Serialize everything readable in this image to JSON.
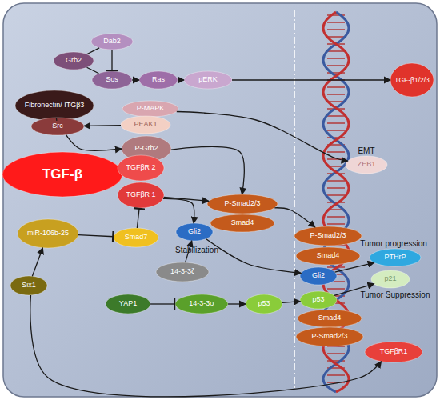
{
  "diagram": {
    "nodes": [
      {
        "text": [
          "Dab2"
        ]
      },
      {
        "text": [
          "Grb2"
        ]
      },
      {
        "text": [
          "Sos"
        ]
      },
      {
        "text": [
          "Ras"
        ]
      },
      {
        "text": [
          "pERK"
        ]
      },
      {
        "text": [
          "TGF-β1/2/3"
        ]
      },
      {
        "text": [
          "Fibronectin/ ITGβ3"
        ]
      },
      {
        "text": [
          "P-MAPK"
        ]
      },
      {
        "text": [
          "Src"
        ]
      },
      {
        "text": [
          "PEAK1"
        ]
      },
      {
        "text": [
          "P-Grb2"
        ]
      },
      {
        "text": [
          "TGF-β"
        ]
      },
      {
        "text": [
          "TGFβR 2"
        ]
      },
      {
        "text": [
          "TGFβR 1"
        ]
      },
      {
        "text": [
          "P-Smad2/3"
        ]
      },
      {
        "text": [
          "Smad4"
        ]
      },
      {
        "text": [
          "ZEB1"
        ]
      },
      {
        "text": [
          "P-Smad2/3"
        ]
      },
      {
        "text": [
          "Smad4"
        ]
      },
      {
        "text": [
          "PTHrP"
        ]
      },
      {
        "text": [
          "Gli2"
        ]
      },
      {
        "text": [
          "Gli2"
        ]
      },
      {
        "text": [
          "miR-106b-25"
        ]
      },
      {
        "text": [
          "Smad7"
        ]
      },
      {
        "text": [
          "14-3-3ζ"
        ]
      },
      {
        "text": [
          "Six1"
        ]
      },
      {
        "text": [
          "YAP1"
        ]
      },
      {
        "text": [
          "14-3-3σ"
        ]
      },
      {
        "text": [
          "p53"
        ]
      },
      {
        "text": [
          "p53"
        ]
      },
      {
        "text": [
          "Smad4"
        ]
      },
      {
        "text": [
          "P-Smad2/3"
        ]
      },
      {
        "text": [
          "p21"
        ]
      },
      {
        "text": [
          "TGFβR1"
        ]
      }
    ],
    "edges": [
      {
        "from": 1,
        "to": 0,
        "arrow": "none"
      },
      {
        "from": 1,
        "to": 2,
        "arrow": "none"
      },
      {
        "from": 0,
        "to": 2,
        "arrow": "to"
      },
      {
        "from": 2,
        "to": 3,
        "arrow": "to"
      },
      {
        "from": 3,
        "to": 4,
        "arrow": "to"
      },
      {
        "from": 4,
        "to": 5,
        "arrow": "to"
      },
      {
        "from": 6,
        "to": 8,
        "arrow": "none"
      },
      {
        "from": 9,
        "to": 8,
        "arrow": "to"
      },
      {
        "from": 7,
        "to": 16,
        "arrow": "to"
      },
      {
        "from": 8,
        "to": 10,
        "arrow": "to"
      },
      {
        "from": 10,
        "to": 14,
        "arrow": "to"
      },
      {
        "from": 13,
        "to": 14,
        "arrow": "to"
      },
      {
        "from": 13,
        "to": 20,
        "arrow": "to"
      },
      {
        "from": 23,
        "to": 13,
        "arrow": "to"
      },
      {
        "from": 22,
        "to": 23,
        "arrow": "to"
      },
      {
        "from": 14,
        "to": 17,
        "arrow": "to"
      },
      {
        "from": 20,
        "to": 21,
        "arrow": "to"
      },
      {
        "from": 24,
        "to": 20,
        "arrow": "to"
      },
      {
        "from": 21,
        "to": 19,
        "arrow": "to"
      },
      {
        "from": 26,
        "to": 27,
        "arrow": "to"
      },
      {
        "from": 27,
        "to": 28,
        "arrow": "to"
      },
      {
        "from": 28,
        "to": 29,
        "arrow": "to"
      },
      {
        "from": 29,
        "to": 32,
        "arrow": "to"
      },
      {
        "from": 25,
        "to": 22,
        "arrow": "to"
      },
      {
        "from": 25,
        "to": 33,
        "arrow": "to"
      }
    ],
    "labels": [
      "EMT",
      "Tumor progression",
      "Tumor Suppression",
      "Stabilization"
    ]
  }
}
